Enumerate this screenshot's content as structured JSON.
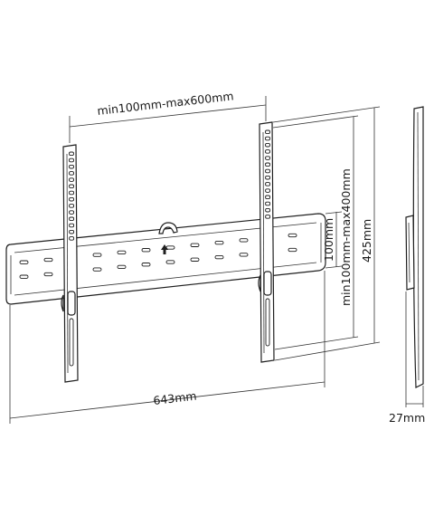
{
  "dimensions": {
    "arm_spacing": "min100mm-max600mm",
    "vertical_range": "min100mm-max400mm",
    "vertical_min": "100mm",
    "overall_height": "425mm",
    "overall_width": "643mm",
    "depth": "27mm"
  },
  "colors": {
    "line": "#1f1f1f",
    "background": "#ffffff"
  }
}
